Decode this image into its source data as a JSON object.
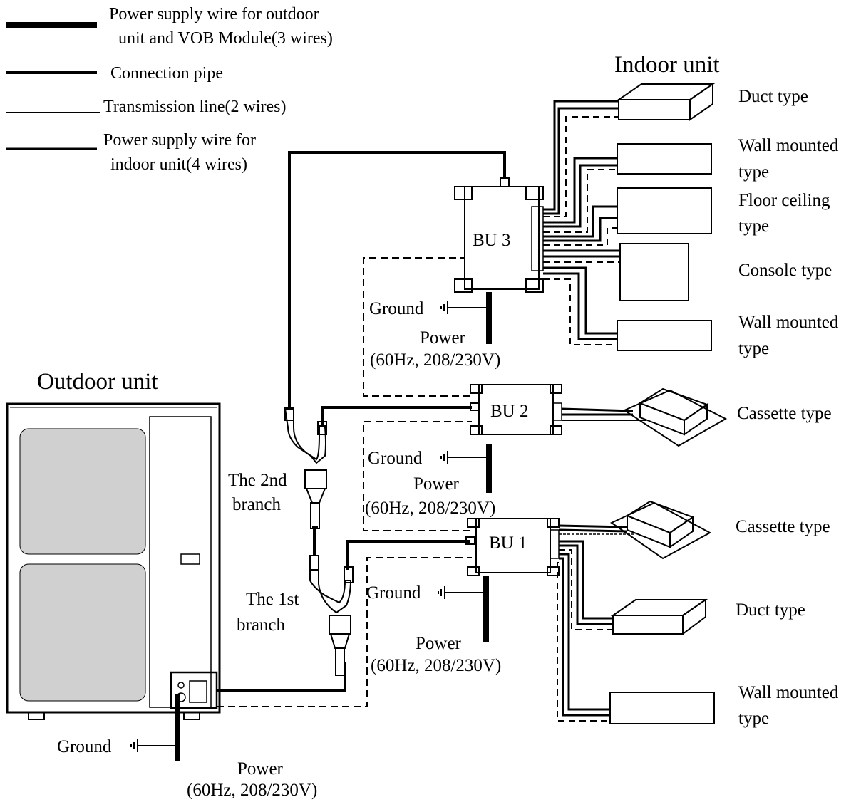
{
  "legend": {
    "power_outdoor": [
      "Power supply wire for outdoor",
      "unit and VOB Module(3 wires)"
    ],
    "connection_pipe": "Connection pipe",
    "transmission": "Transmission line(2 wires)",
    "power_indoor": [
      "Power supply wire for",
      "indoor unit(4 wires)"
    ]
  },
  "titles": {
    "indoor": "Indoor unit",
    "outdoor": "Outdoor unit"
  },
  "bu": {
    "bu1": "BU 1",
    "bu2": "BU 2",
    "bu3": "BU 3"
  },
  "branches": {
    "second": [
      "The 2nd",
      "branch"
    ],
    "first": [
      "The 1st",
      "branch"
    ]
  },
  "ground": "Ground",
  "power": [
    "Power",
    "(60Hz, 208/230V)"
  ],
  "indoor_units": {
    "duct_1": "Duct type",
    "wall_1": [
      "Wall mounted",
      "type"
    ],
    "floor_ceiling": [
      "Floor ceiling",
      "type"
    ],
    "console": "Console type",
    "wall_2": [
      "Wall mounted",
      "type"
    ],
    "cassette_1": "Cassette type",
    "cassette_2": "Cassette type",
    "duct_2": "Duct type",
    "wall_3": [
      "Wall mounted",
      "type"
    ]
  }
}
